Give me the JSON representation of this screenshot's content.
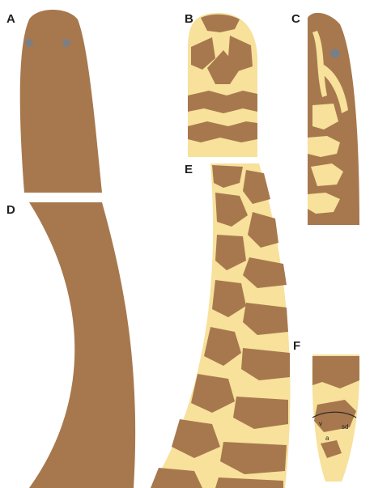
{
  "figure": {
    "colors": {
      "body": "#a7784d",
      "pattern": "#f7e19b",
      "eye": "#7c7e86",
      "label": "#1f1f1f",
      "separator": "#ffffff"
    },
    "panels": [
      {
        "id": "A",
        "label": "A"
      },
      {
        "id": "B",
        "label": "B"
      },
      {
        "id": "C",
        "label": "C"
      },
      {
        "id": "D",
        "label": "D"
      },
      {
        "id": "E",
        "label": "E"
      },
      {
        "id": "F",
        "label": "F"
      }
    ],
    "annotations": {
      "vent_left": "v",
      "vent_right": "sd",
      "vent_bottom": "a"
    }
  }
}
